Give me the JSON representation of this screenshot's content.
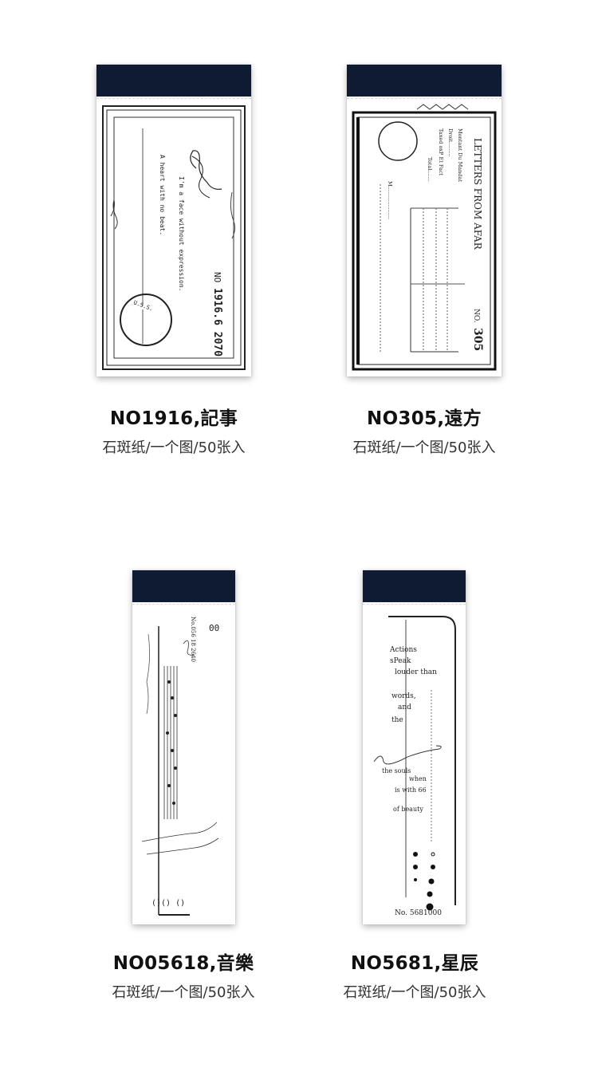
{
  "products": [
    {
      "name": "NO1916,記事",
      "spec": "石斑纸/一个图/50张入",
      "card_text": {
        "number": "1916.6 2070",
        "no_prefix": "NO",
        "line1": "I'm a face without expression.",
        "line2": "A heart with no beat.",
        "stamp": "U.S.S."
      }
    },
    {
      "name": "NO305,遠方",
      "spec": "石斑纸/一个图/50张入",
      "card_text": {
        "title": "LETTERS FROM AFAR",
        "no_label": "NO.",
        "no_value": "305",
        "row1": "Montant Du Mandat",
        "row2": "Droit.........",
        "row3": "Taxed oxP Et Fact",
        "row4": "Total.......",
        "row5": "M...................."
      }
    },
    {
      "name": "NO05618,音樂",
      "spec": "石斑纸/一个图/50张入",
      "card_text": {
        "number": "No.056 18 2640",
        "corner": "00",
        "brackets": "()() ()"
      }
    },
    {
      "name": "NO5681,星辰",
      "spec": "石斑纸/一个图/50张入",
      "card_text": {
        "l1": "Actions",
        "l2": "sPeak",
        "l3": "louder than",
        "l4": "words,",
        "l5": "and",
        "l6": "the",
        "l7": "the souls",
        "l8": "when",
        "l9": "is with 66",
        "l10": "of beauty",
        "number": "No. 5681000"
      }
    }
  ]
}
